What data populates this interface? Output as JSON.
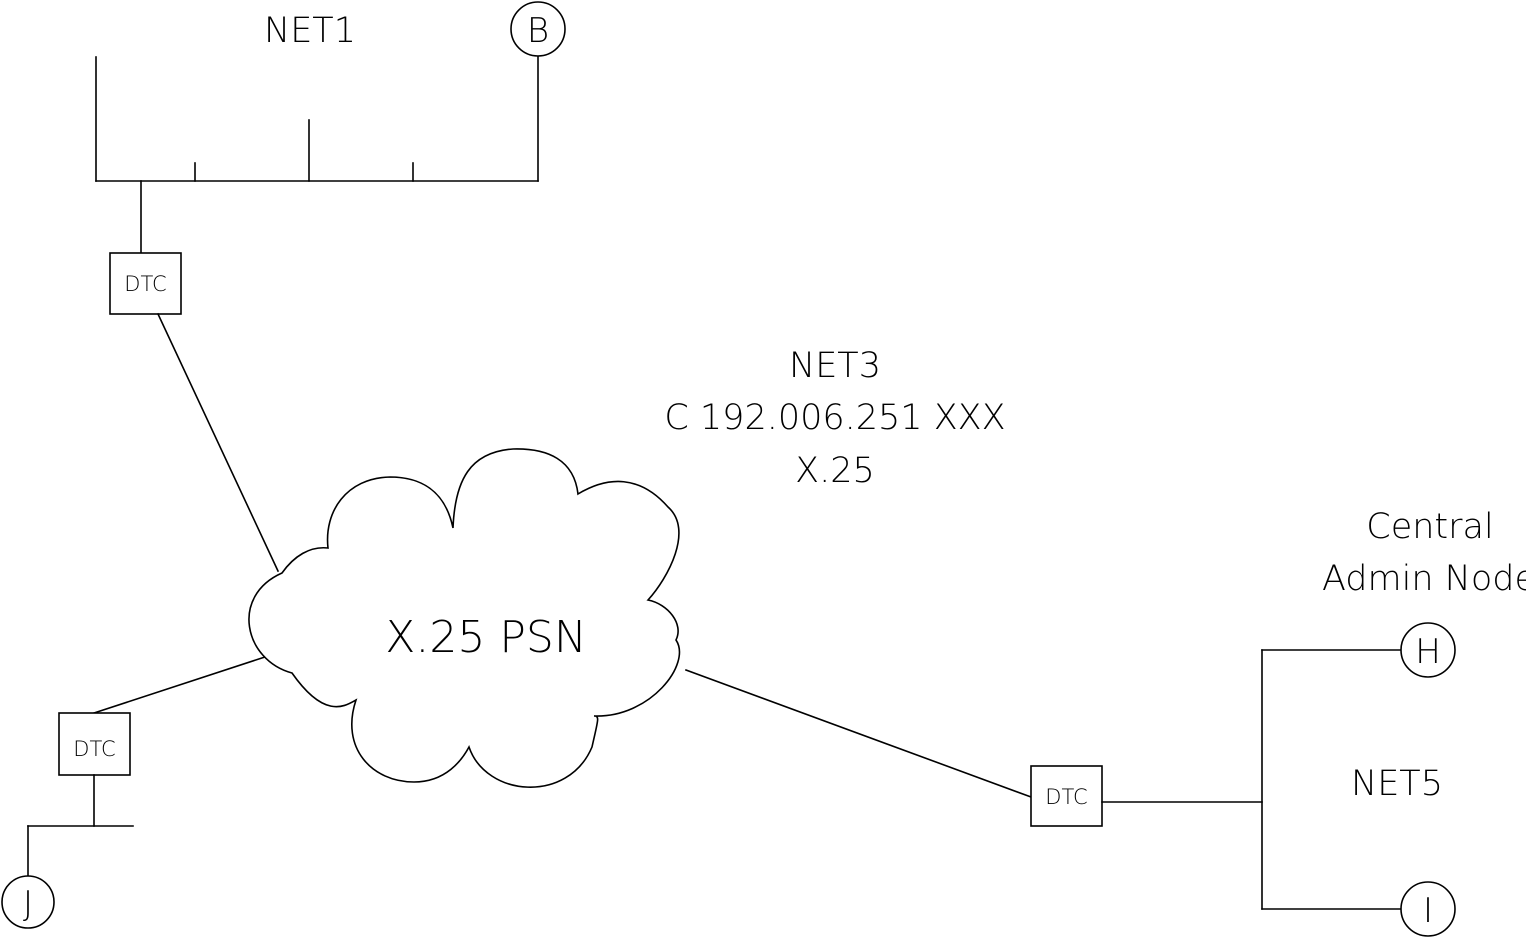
{
  "labels": {
    "net1": "NET1",
    "net3": "NET3",
    "net3_address": "C 192.006.251 XXX",
    "net3_protocol": "X.25",
    "cloud": "X.25 PSN",
    "central_line1": "Central",
    "central_line2": "Admin Node",
    "net5": "NET5"
  },
  "nodes": {
    "b": "B",
    "h": "H",
    "i": "I",
    "j": "J"
  },
  "dtc": {
    "net1": "DTC",
    "left": "DTC",
    "right": "DTC"
  }
}
